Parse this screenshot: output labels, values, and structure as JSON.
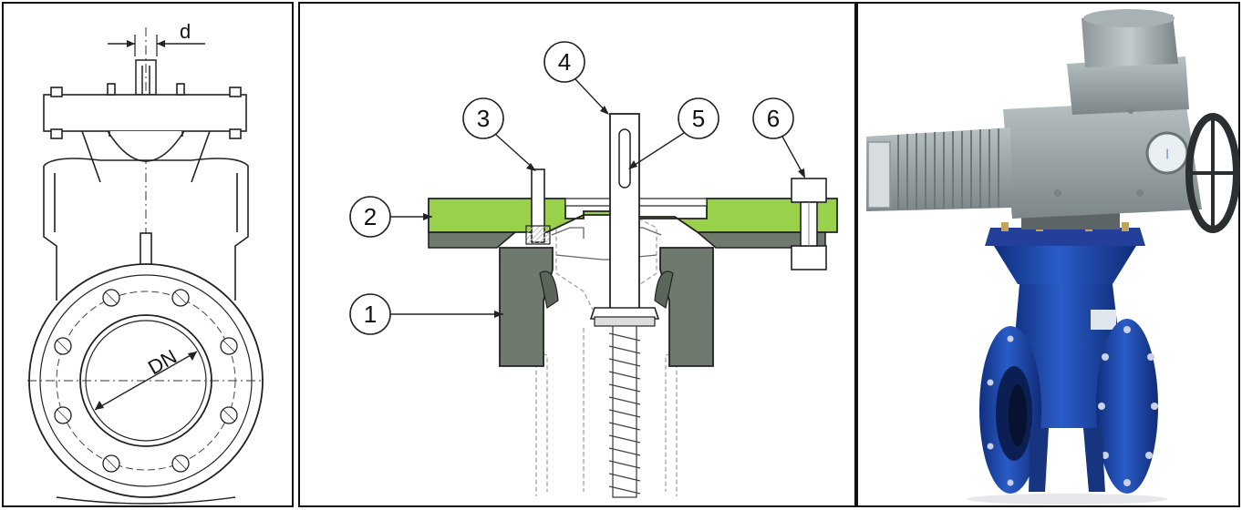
{
  "drawing": {
    "dim_stem": "d",
    "dim_nominal": "DN"
  },
  "callouts": [
    "1",
    "2",
    "3",
    "4",
    "5",
    "6"
  ],
  "colors": {
    "flange_green": "#99d14a",
    "body_grey": "#6f7a6f",
    "valve_blue": "#1f4aa8",
    "actuator_grey": "#9aa3a6",
    "line": "#222222"
  }
}
